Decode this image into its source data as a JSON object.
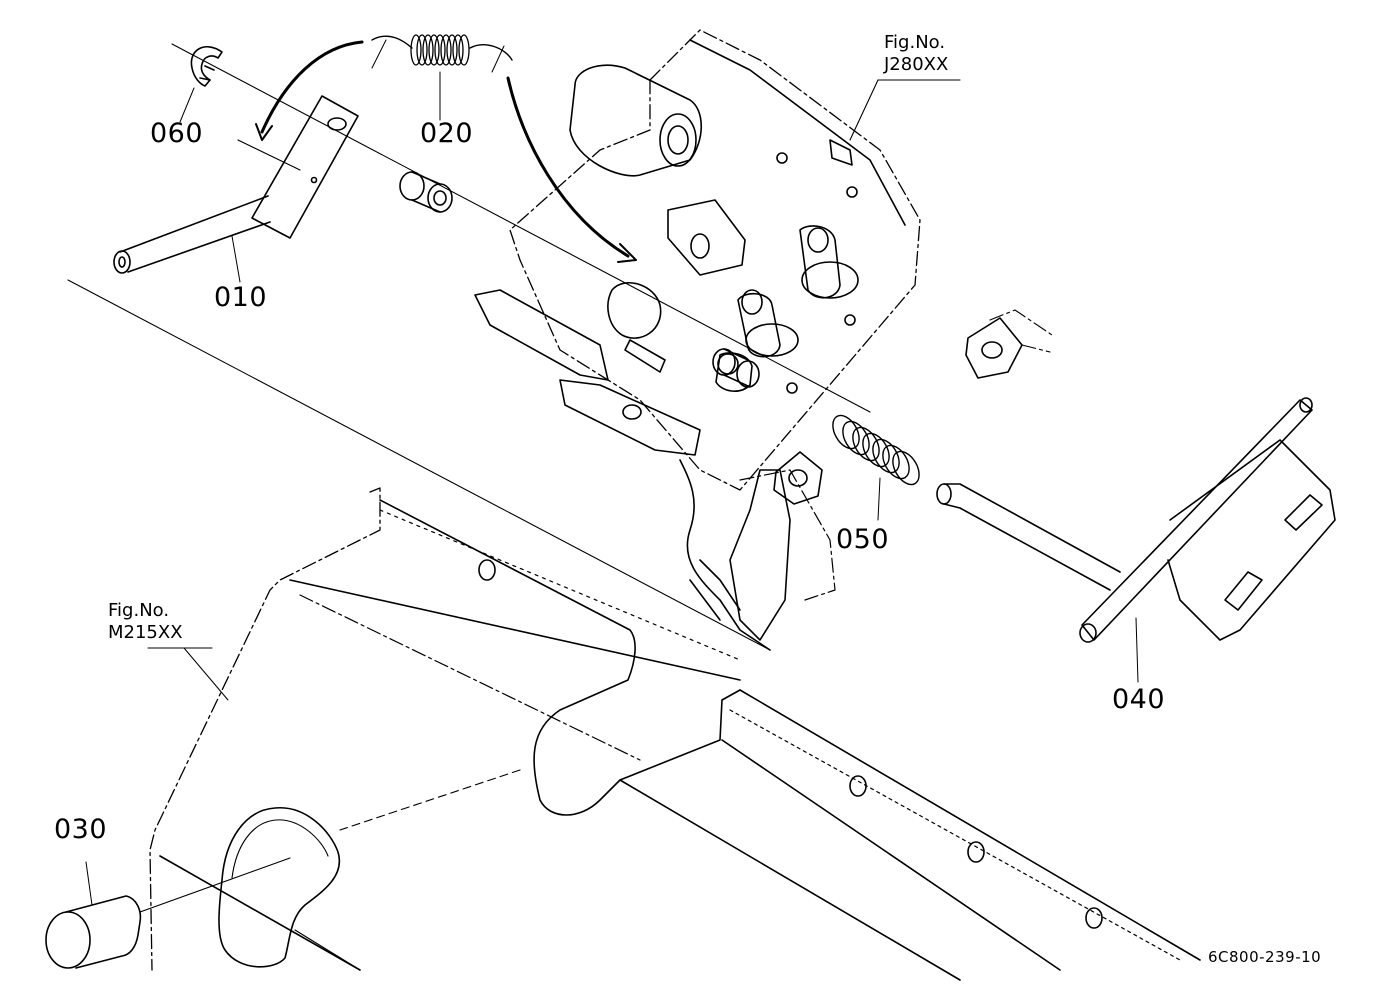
{
  "diagram": {
    "part_labels": {
      "p060": "060",
      "p020": "020",
      "p010": "010",
      "p050": "050",
      "p040": "040",
      "p030": "030"
    },
    "references": {
      "upper": {
        "label": "Fig.No.",
        "code": "J280XX"
      },
      "lower": {
        "label": "Fig.No.",
        "code": "M215XX"
      }
    },
    "drawing_code": "6C800-239-10",
    "colors": {
      "ink": "#000000",
      "paper": "#ffffff"
    }
  }
}
